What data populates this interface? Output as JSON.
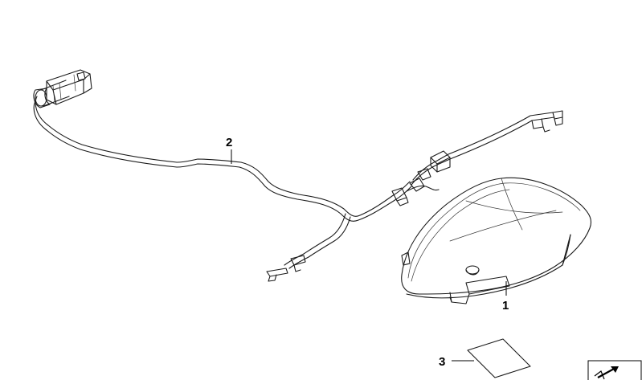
{
  "callouts": [
    {
      "id": "1",
      "label": "1",
      "part": "antenna-housing"
    },
    {
      "id": "2",
      "label": "2",
      "part": "antenna-cable-harness"
    },
    {
      "id": "3",
      "label": "3",
      "part": "adhesive-pad"
    }
  ],
  "colors": {
    "line": "#1a1a1a",
    "background": "#ffffff",
    "label": "#000000"
  },
  "icons": {
    "corner": "arrow-corner-icon"
  }
}
